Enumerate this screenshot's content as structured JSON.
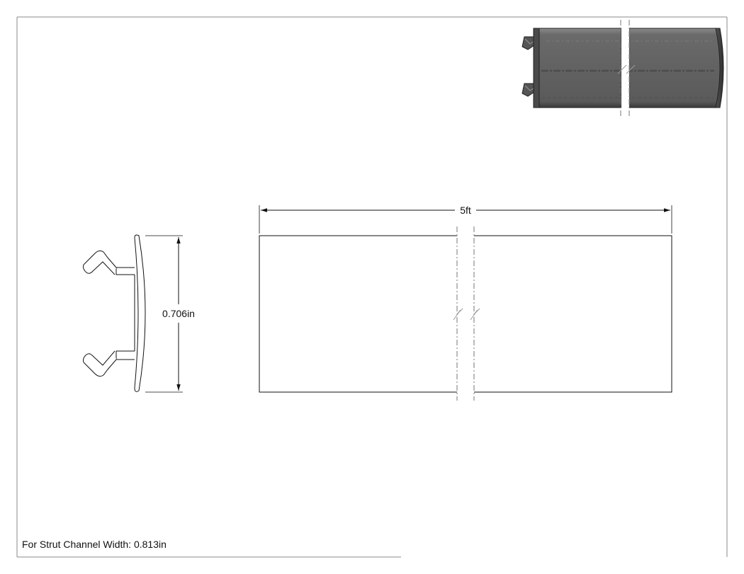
{
  "drawing": {
    "length_label": "5ft",
    "height_label": "0.706in",
    "caption": "For Strut Channel Width: 0.813in"
  },
  "colors": {
    "line": "#111111",
    "part_fill": "#6e6e6e",
    "part_dark": "#3c3c3c",
    "part_light": "#8c8c8c",
    "border": "#888888"
  }
}
